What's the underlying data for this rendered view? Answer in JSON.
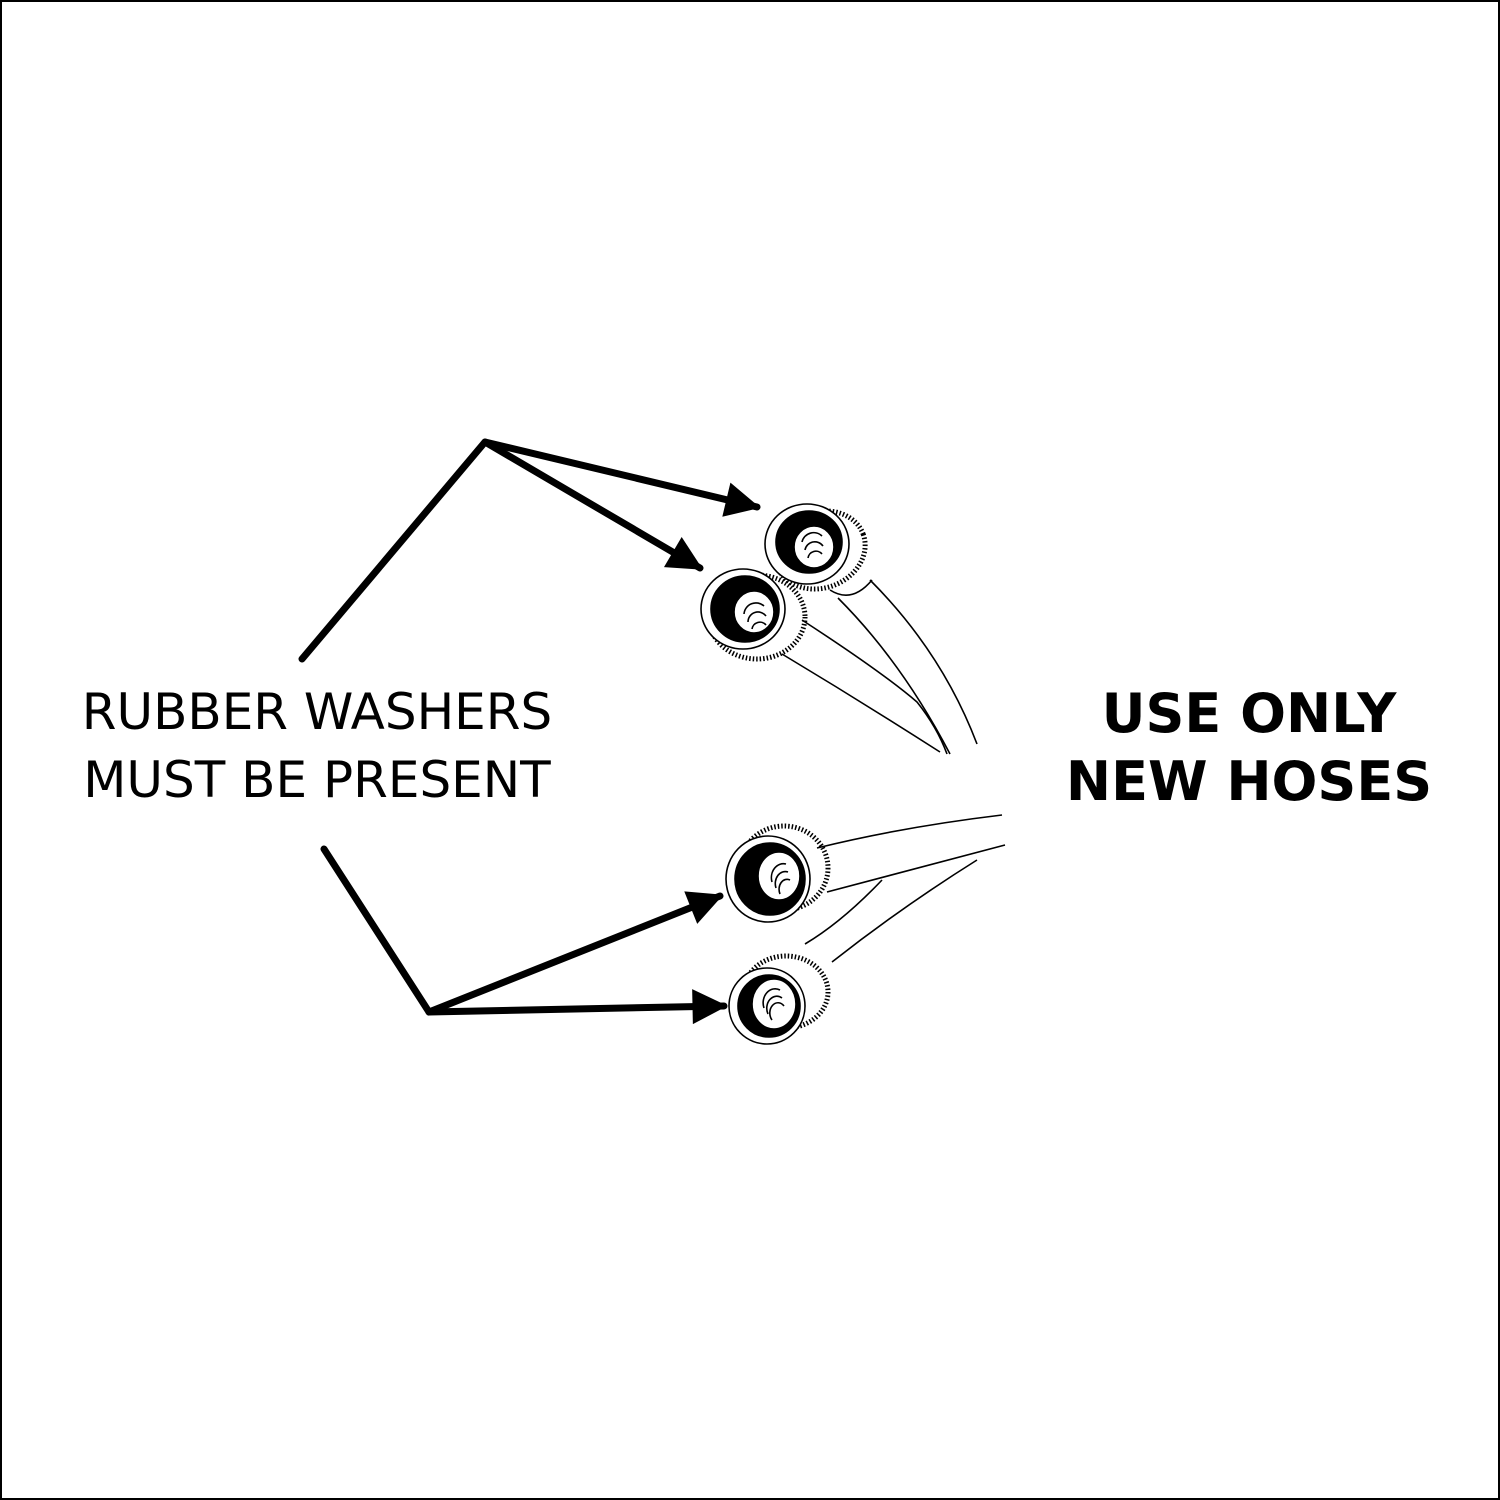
{
  "left_label": {
    "line1": "RUBBER WASHERS",
    "line2": "MUST BE PRESENT"
  },
  "right_label": {
    "line1": "USE ONLY",
    "line2": "NEW HOSES"
  },
  "colors": {
    "ink": "#000000",
    "background": "#ffffff"
  }
}
